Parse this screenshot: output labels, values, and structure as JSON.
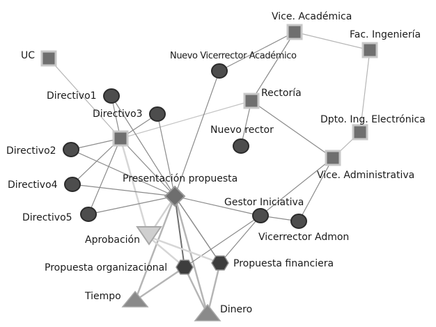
{
  "nodes": {
    "uc": {
      "label": "UC",
      "shape": "square"
    },
    "vice_academica": {
      "label": "Vice. Académica",
      "shape": "square"
    },
    "fac_ingenieria": {
      "label": "Fac. Ingeniería",
      "shape": "square"
    },
    "nuevo_vicerrector_academico": {
      "label": "Nuevo Vicerrector Académico",
      "shape": "circle"
    },
    "rectoria": {
      "label": "Rectoría",
      "shape": "square"
    },
    "directivo1": {
      "label": "Directivo1",
      "shape": "circle"
    },
    "directivo3": {
      "label": "Directivo3",
      "shape": "circle"
    },
    "nuevo_rector": {
      "label": "Nuevo rector",
      "shape": "circle"
    },
    "dpto_ing_electronica": {
      "label": "Dpto. Ing. Electrónica",
      "shape": "square"
    },
    "directivo2": {
      "label": "Directivo2",
      "shape": "circle"
    },
    "hub": {
      "label": "",
      "shape": "square"
    },
    "vice_administrativa": {
      "label": "Vice. Administrativa",
      "shape": "square"
    },
    "presentacion_propuesta": {
      "label": "Presentación propuesta",
      "shape": "diamond"
    },
    "directivo4": {
      "label": "Directivo4",
      "shape": "circle"
    },
    "gestor_iniciativa": {
      "label": "Gestor Iniciativa",
      "shape": "circle"
    },
    "directivo5": {
      "label": "Directivo5",
      "shape": "circle"
    },
    "vicerrector_admon": {
      "label": "Vicerrector Admon",
      "shape": "circle"
    },
    "aprobacion": {
      "label": "Aprobación",
      "shape": "triangle-down"
    },
    "propuesta_organizacional": {
      "label": "Propuesta organizacional",
      "shape": "hexagon"
    },
    "propuesta_financiera": {
      "label": "Propuesta financiera",
      "shape": "hexagon"
    },
    "tiempo": {
      "label": "Tiempo",
      "shape": "triangle-up"
    },
    "dinero": {
      "label": "Dinero",
      "shape": "triangle-up"
    }
  },
  "colors": {
    "square_fill": "#6f6f6f",
    "square_border": "#c8c8c8",
    "circle_fill": "#4d4d4d",
    "circle_border": "#2a2a2a",
    "diamond_fill": "#6e6e6e",
    "hexagon_fill": "#3d3d3d",
    "triangle_fill": "#8a8a8a",
    "aprobacion_fill": "#cfcfcf",
    "edge_dark": "#7a7a7a",
    "edge_light": "#c4c4c4",
    "label": "#1a1a1a"
  }
}
